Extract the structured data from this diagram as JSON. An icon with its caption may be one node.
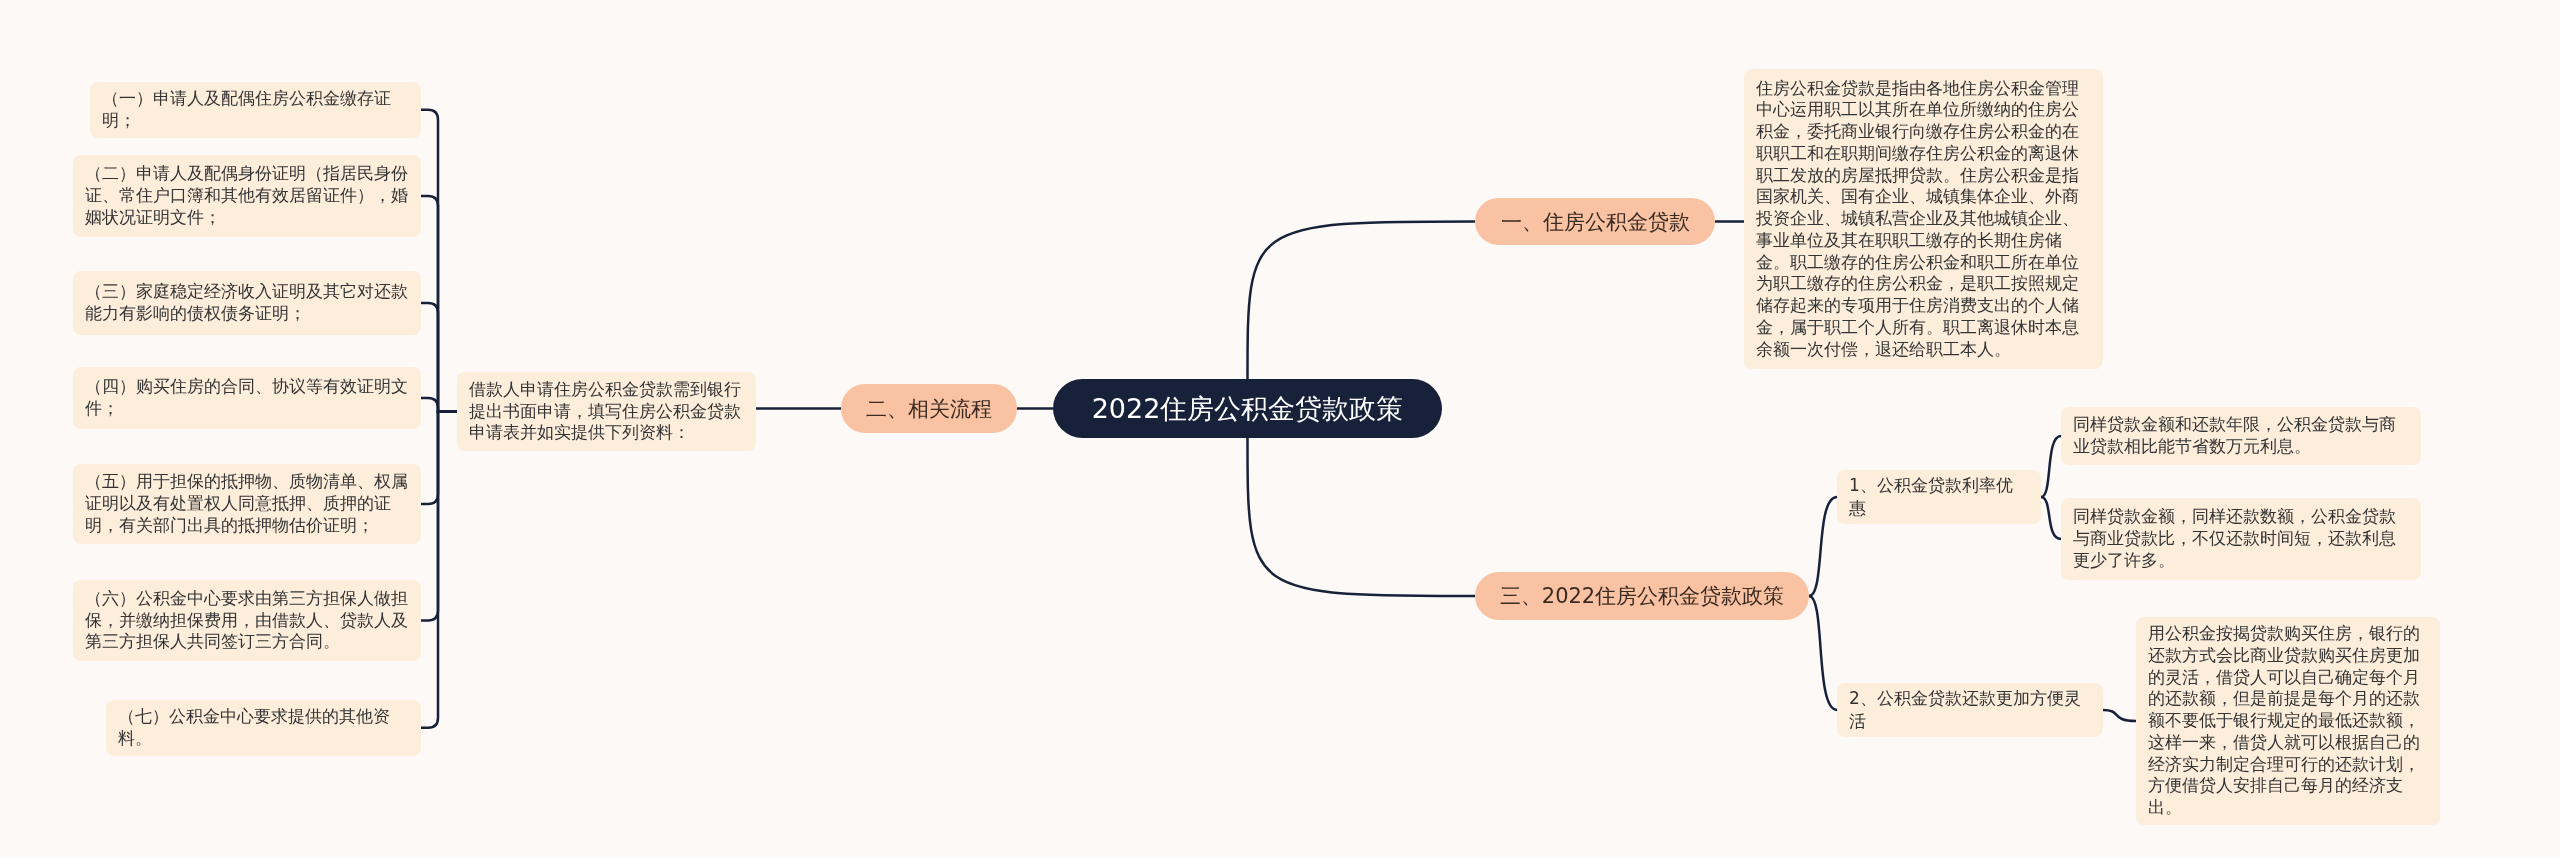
{
  "diagram": {
    "nodes": [
      {
        "text": [
          "2022住房公积金贷款政策"
        ]
      },
      {
        "text": [
          "一、住房公积金贷款"
        ]
      },
      {
        "text": [
          "住房公积金贷款是指由各地住房公积金管理中心运用职工以其所在单位所缴纳的住房公积金，委托商业银行向缴存住房公积金的在职职工和在职期间缴存住房公积金的离退休职工发放的房屋抵押贷款。住房公积金是指国家机关、国有企业、城镇集体企业、外商投资企业、城镇私营企业及其他城镇企业、事业单位及其在职职工缴存的长期住房储金。职工缴存的住房公积金和职工所在单位为职工缴存的住房公积金，是职工按照规定储存起来的专项用于住房消费支出的个人储金，属于职工个人所有。职工离退休时本息余额一次付偿，退还给职工本人。"
        ]
      },
      {
        "text": [
          "二、相关流程"
        ]
      },
      {
        "text": [
          "借款人申请住房公积金贷款需到银行提出书面申请，填写住房公积金贷款申请表并如实提供下列资料："
        ]
      },
      {
        "text": [
          "（一）申请人及配偶住房公积金缴存证明；"
        ]
      },
      {
        "text": [
          "（二）申请人及配偶身份证明（指居民身份证、常住户口簿和其他有效居留证件），婚姻状况证明文件；"
        ]
      },
      {
        "text": [
          "（三）家庭稳定经济收入证明及其它对还款能力有影响的债权债务证明；"
        ]
      },
      {
        "text": [
          "（四）购买住房的合同、协议等有效证明文件；"
        ]
      },
      {
        "text": [
          "（五）用于担保的抵押物、质物清单、权属证明以及有处置权人同意抵押、质押的证明，有关部门出具的抵押物估价证明；"
        ]
      },
      {
        "text": [
          "（六）公积金中心要求由第三方担保人做担保，并缴纳担保费用，由借款人、贷款人及第三方担保人共同签订三方合同。"
        ]
      },
      {
        "text": [
          "（七）公积金中心要求提供的其他资料。"
        ]
      },
      {
        "text": [
          "三、2022住房公积金贷款政策"
        ]
      },
      {
        "text": [
          "1、公积金贷款利率优惠"
        ]
      },
      {
        "text": [
          "同样贷款金额和还款年限，公积金贷款与商业贷款相比能节省数万元利息。"
        ]
      },
      {
        "text": [
          "同样贷款金额，同样还款数额，公积金贷款与商业贷款比，不仅还款时间短，还款利息更少了许多。"
        ]
      },
      {
        "text": [
          "2、公积金贷款还款更加方便灵活"
        ]
      },
      {
        "text": [
          "用公积金按揭贷款购买住房，银行的还款方式会比商业贷款购买住房更加的灵活，借贷人可以自己确定每个月的还款额，但是前提是每个月的还款额不要低于银行规定的最低还款额，这样一来，借贷人就可以根据自己的经济实力制定合理可行的还款计划，方便借贷人安排自己每月的经济支出。"
        ]
      }
    ],
    "edges": [
      {
        "from": 0,
        "to": 1,
        "arrow": "none"
      },
      {
        "from": 1,
        "to": 2,
        "arrow": "none"
      },
      {
        "from": 0,
        "to": 3,
        "arrow": "none"
      },
      {
        "from": 3,
        "to": 4,
        "arrow": "none"
      },
      {
        "from": 4,
        "to": 5,
        "arrow": "none"
      },
      {
        "from": 4,
        "to": 6,
        "arrow": "none"
      },
      {
        "from": 4,
        "to": 7,
        "arrow": "none"
      },
      {
        "from": 4,
        "to": 8,
        "arrow": "none"
      },
      {
        "from": 4,
        "to": 9,
        "arrow": "none"
      },
      {
        "from": 4,
        "to": 10,
        "arrow": "none"
      },
      {
        "from": 4,
        "to": 11,
        "arrow": "none"
      },
      {
        "from": 0,
        "to": 12,
        "arrow": "none"
      },
      {
        "from": 12,
        "to": 13,
        "arrow": "none"
      },
      {
        "from": 13,
        "to": 14,
        "arrow": "none"
      },
      {
        "from": 13,
        "to": 15,
        "arrow": "none"
      },
      {
        "from": 12,
        "to": 16,
        "arrow": "none"
      },
      {
        "from": 16,
        "to": 17,
        "arrow": "none"
      }
    ]
  }
}
